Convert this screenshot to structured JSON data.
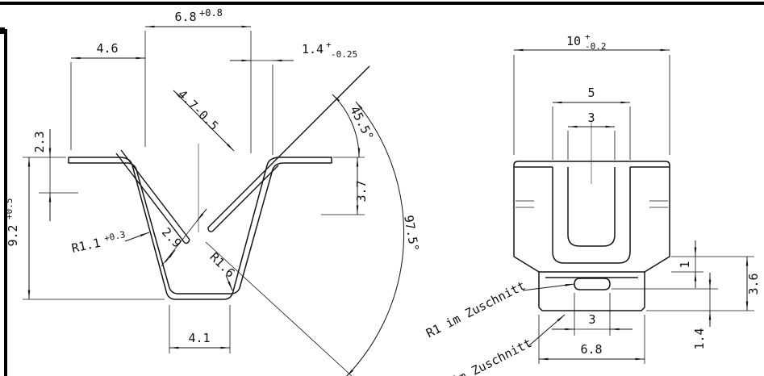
{
  "left_view": {
    "d68": {
      "value": "6.8",
      "sup": "+0.8"
    },
    "d46": {
      "value": "4.6"
    },
    "d14": {
      "value": "1.4",
      "sup": "+",
      "sub": "-0.25"
    },
    "d47": {
      "value": "4.7-0.5"
    },
    "a455": {
      "value": "45.5°"
    },
    "d23": {
      "value": "2.3"
    },
    "d37": {
      "value": "3.7"
    },
    "d92": {
      "value": "9.2",
      "sup": "+0.5"
    },
    "r11": {
      "value": "R1.1",
      "sup": "+0.3"
    },
    "d29": {
      "value": "2.9"
    },
    "r16": {
      "value": "R1.6"
    },
    "a975": {
      "value": "97.5°"
    },
    "d41": {
      "value": "4.1"
    }
  },
  "right_view": {
    "d10": {
      "value": "10",
      "sup": "+",
      "sub": "-0.2"
    },
    "d5": {
      "value": "5"
    },
    "d3_slot": {
      "value": "3"
    },
    "d36": {
      "value": "3.6"
    },
    "d1": {
      "value": "1"
    },
    "d14": {
      "value": "1.4"
    },
    "d3_notch": {
      "value": "3"
    },
    "d68": {
      "value": "6.8"
    },
    "note_radius": {
      "value": "R1 im Zuschnitt"
    },
    "note_radius2": {
      "value": "im Zuschnitt"
    }
  }
}
